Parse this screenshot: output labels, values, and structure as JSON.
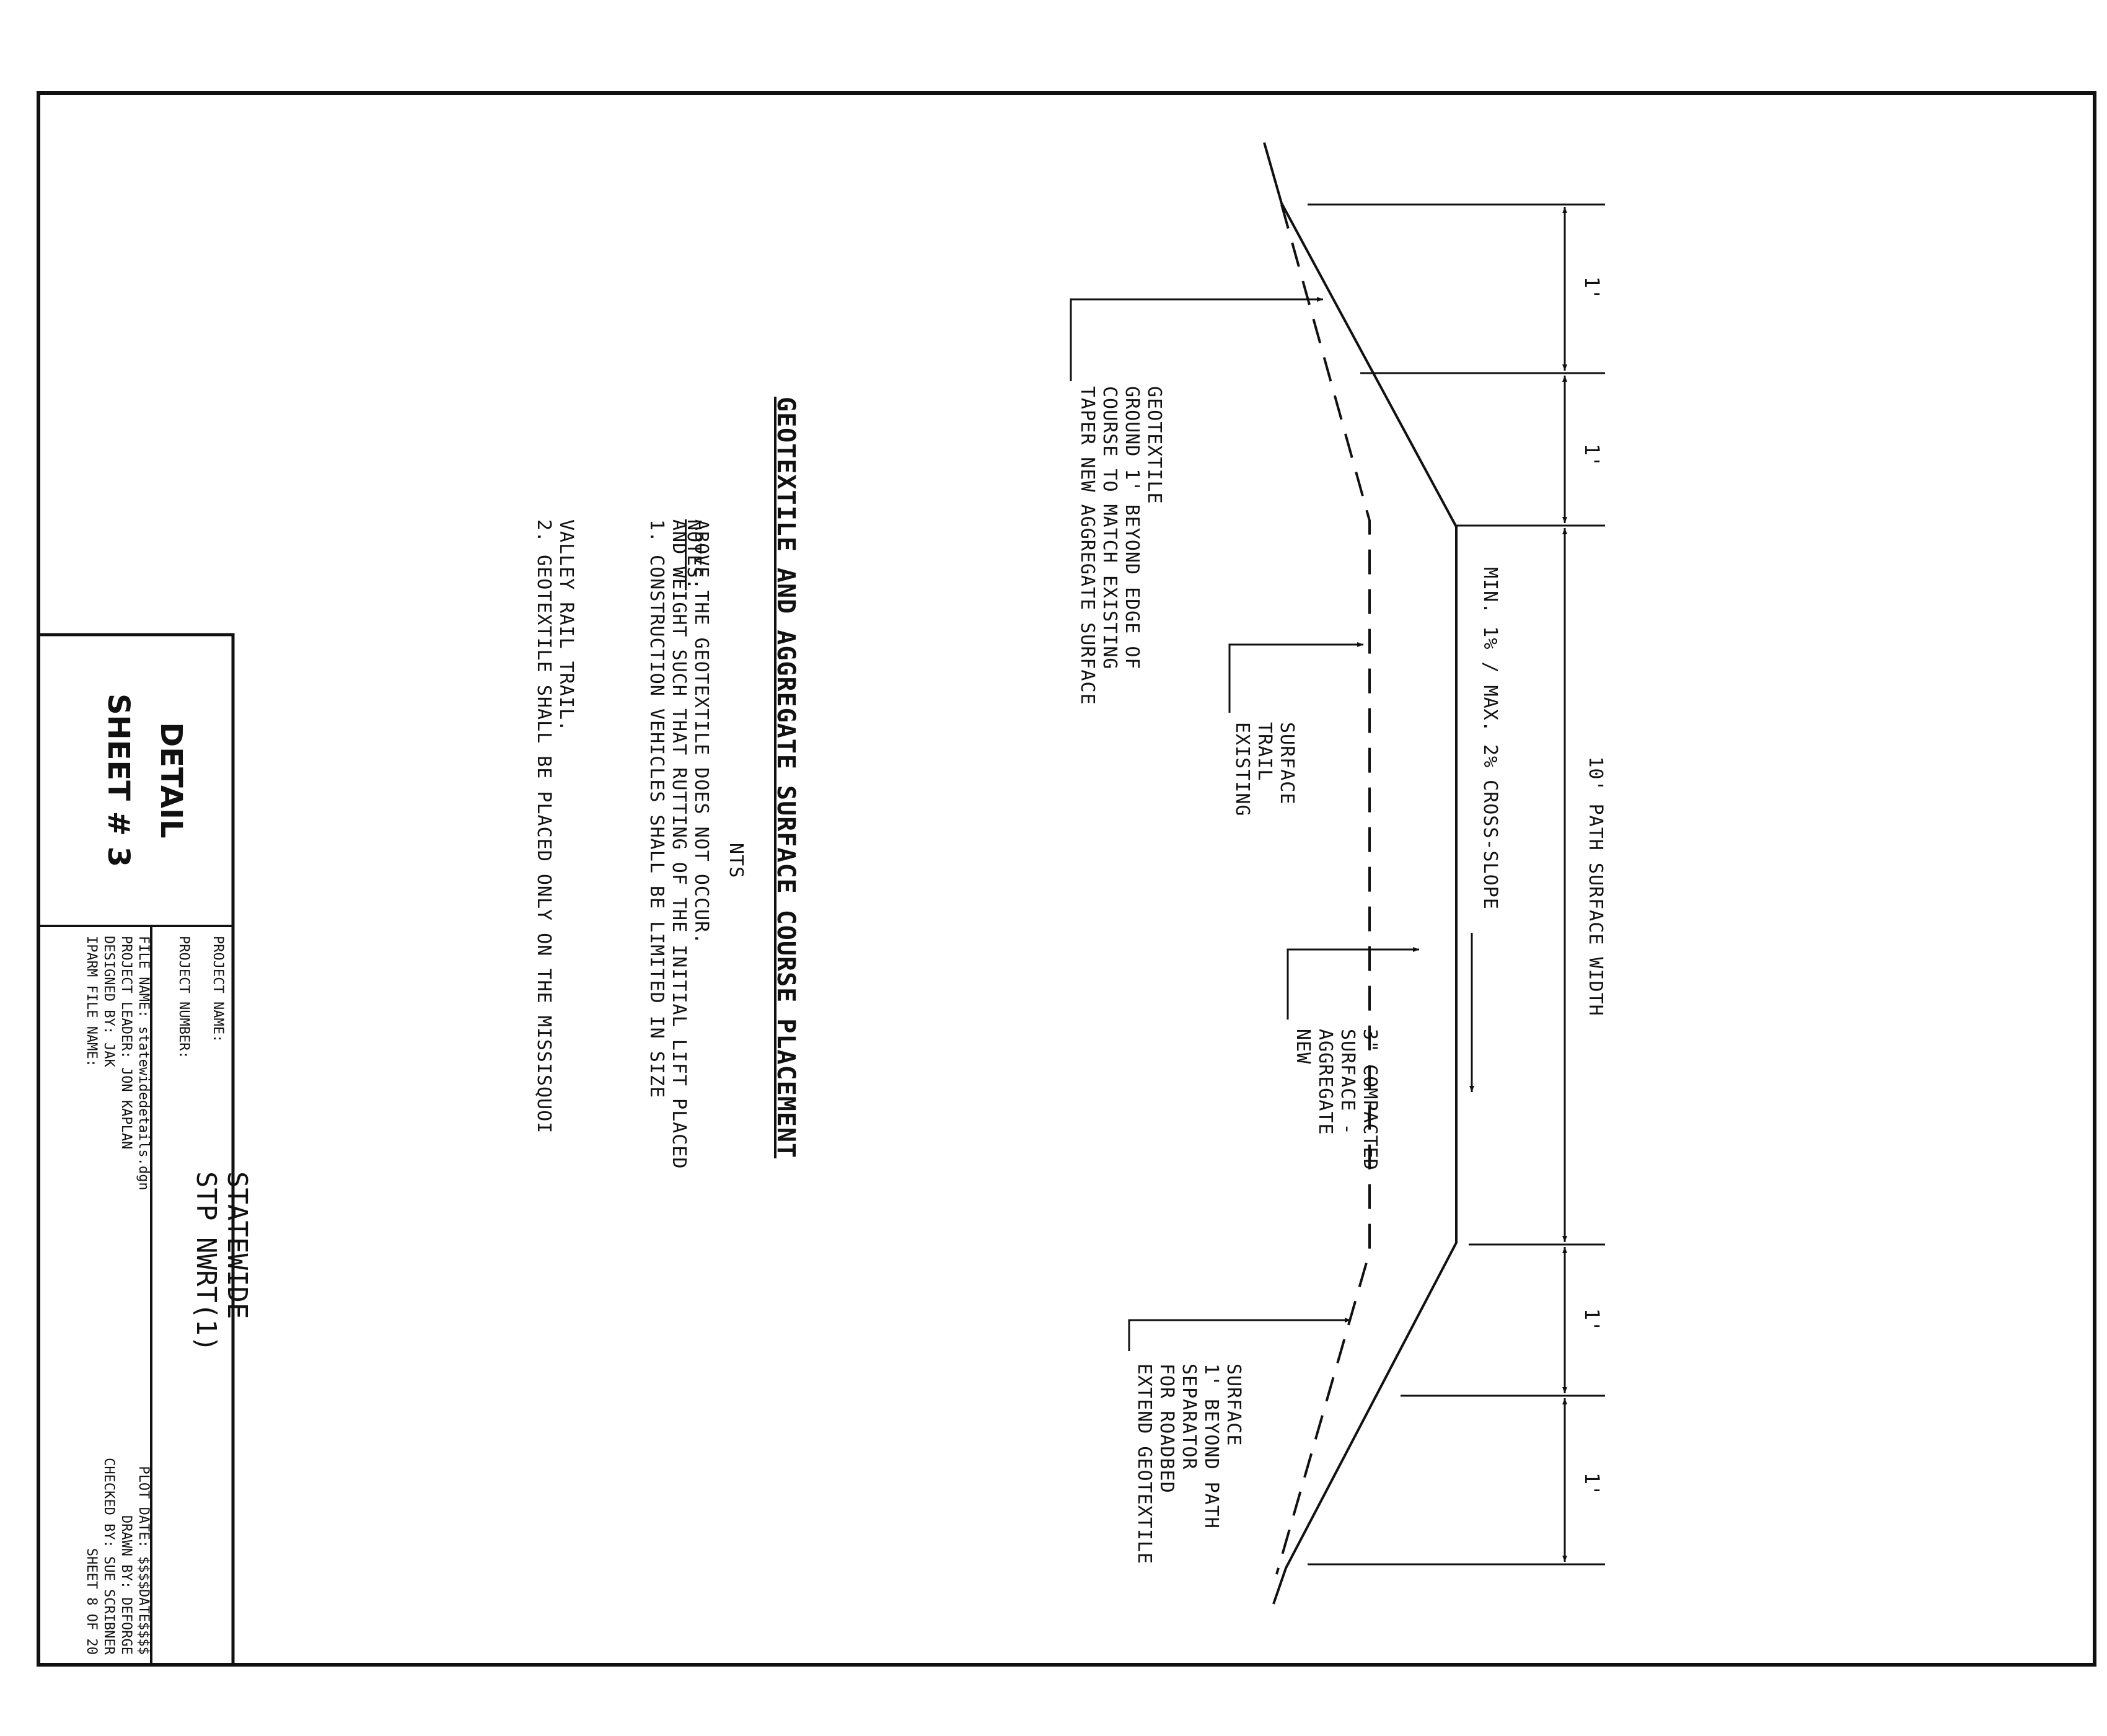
{
  "drawing": {
    "title": "GEOTEXTILE AND AGGREGATE SURFACE COURSE PLACEMENT",
    "scale": "NTS",
    "dimensions": {
      "path_width": "10' PATH SURFACE WIDTH",
      "shoulder": "1'",
      "cross_slope": "MIN. 1% / MAX. 2% CROSS-SLOPE"
    },
    "callouts": {
      "taper": [
        "TAPER NEW AGGREGATE SURFACE",
        "COURSE TO MATCH EXISTING",
        "GROUND 1' BEYOND EDGE OF",
        "GEOTEXTILE"
      ],
      "existing": [
        "EXISTING",
        "TRAIL",
        "SURFACE"
      ],
      "new_aggregate": [
        "NEW",
        "AGGREGATE",
        "SURFACE -",
        "3\" COMPACTED"
      ],
      "extend": [
        "EXTEND GEOTEXTILE",
        "FOR ROADBED",
        "SEPARATOR",
        "1' BEYOND PATH",
        "SURFACE"
      ]
    },
    "notes": {
      "heading": "NOTES:",
      "note1": [
        "1. CONSTRUCTION VEHICLES SHALL BE LIMITED IN SIZE",
        "AND WEIGHT SUCH THAT RUTTING OF THE INITIAL LIFT PLACED",
        "ABOVE THE GEOTEXTILE DOES NOT OCCUR."
      ],
      "note2": [
        "2. GEOTEXTILE SHALL BE PLACED ONLY ON THE MISSISQUOI",
        "VALLEY RAIL TRAIL."
      ]
    }
  },
  "title_block": {
    "detail": "DETAIL",
    "sheet": "SHEET # 3",
    "project_name_label": "PROJECT NAME:",
    "project_name": "STATEWIDE",
    "project_number_label": "PROJECT NUMBER:",
    "project_number": "STP NWRT(1)",
    "file_name": "FILE NAME: statewidedetails.dgn",
    "project_leader": "PROJECT LEADER: JON KAPLAN",
    "designed_by": "DESIGNED BY: JAK",
    "iparm": "IPARM FILE NAME:",
    "plot_date": "PLOT DATE: $$$$DATE$$$$",
    "drawn_by": "DRAWN BY: DEFORGE",
    "checked_by": "CHECKED BY: SUE SCRIBNER",
    "sheet_of": "SHEET 8 OF 20"
  }
}
